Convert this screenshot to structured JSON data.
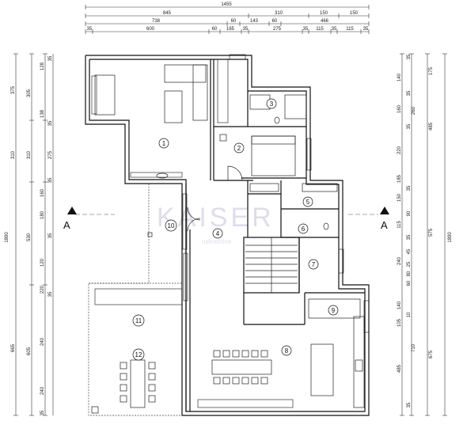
{
  "plan": {
    "top_dimensions": {
      "row1": [
        "1455"
      ],
      "row2": [
        "845",
        "310",
        "150",
        "150"
      ],
      "row3": [
        "738",
        "60",
        "143",
        "60",
        "466"
      ],
      "row4": [
        "35",
        "600",
        "60",
        "165",
        "35",
        "275",
        "35",
        "115",
        "35",
        "115",
        "35"
      ]
    },
    "left_dimensions": {
      "outer": [
        "375",
        "310",
        "1890",
        "665"
      ],
      "middle": [
        "305",
        "310",
        "530",
        "605"
      ],
      "inner": [
        "128",
        "35",
        "138",
        "35",
        "275",
        "35",
        "160",
        "180",
        "35",
        "120",
        "220",
        "35",
        "240",
        "240",
        "35"
      ]
    },
    "right_dimensions": {
      "outer": [
        "175",
        "485",
        "575",
        "675",
        "1890"
      ],
      "middle": [
        "140",
        "260",
        "150",
        "115",
        "240",
        "140",
        "710",
        "485"
      ],
      "inner": [
        "35",
        "35",
        "160",
        "35",
        "220",
        "185",
        "35",
        "90",
        "35",
        "45",
        "25",
        "80",
        "60",
        "10",
        "35",
        "105"
      ]
    },
    "rooms": [
      {
        "id": "room-1",
        "number": "1"
      },
      {
        "id": "room-2",
        "number": "2"
      },
      {
        "id": "room-3",
        "number": "3"
      },
      {
        "id": "room-4",
        "number": "4"
      },
      {
        "id": "room-5",
        "number": "5"
      },
      {
        "id": "room-6",
        "number": "6"
      },
      {
        "id": "room-7",
        "number": "7"
      },
      {
        "id": "room-8",
        "number": "8"
      },
      {
        "id": "room-9",
        "number": "9"
      },
      {
        "id": "room-10",
        "number": "10"
      },
      {
        "id": "room-11",
        "number": "11"
      },
      {
        "id": "room-12",
        "number": "12"
      }
    ],
    "section_marks": {
      "left": "A",
      "right": "A"
    },
    "watermark": {
      "text": "KAISER",
      "subtext": "nekretnine"
    }
  }
}
